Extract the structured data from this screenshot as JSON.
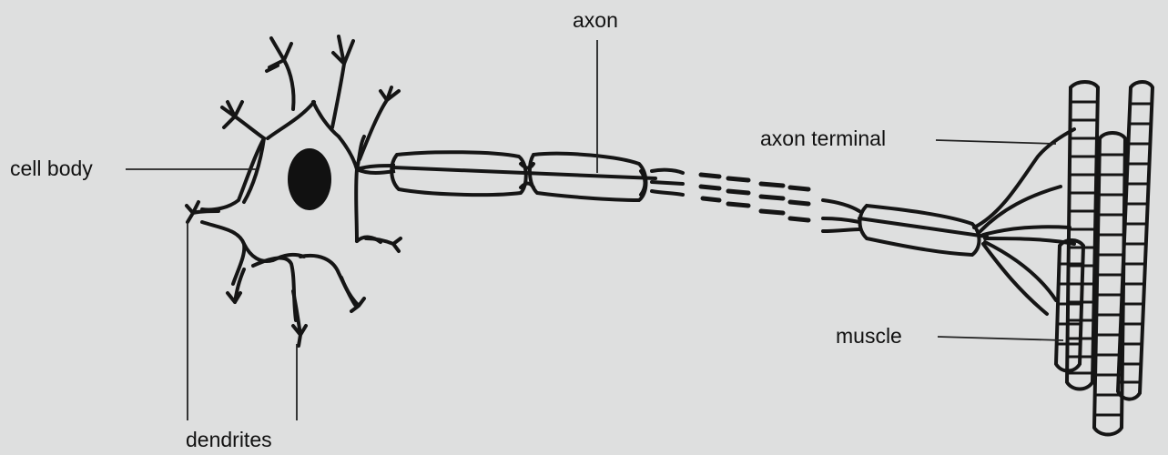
{
  "diagram": {
    "labels": {
      "axon": "axon",
      "axon_terminal": "axon terminal",
      "cell_body": "cell body",
      "muscle": "muscle",
      "dendrites": "dendrites"
    }
  },
  "colors": {
    "background": "#dedfdf",
    "line": "#151515",
    "label": "#111111"
  }
}
